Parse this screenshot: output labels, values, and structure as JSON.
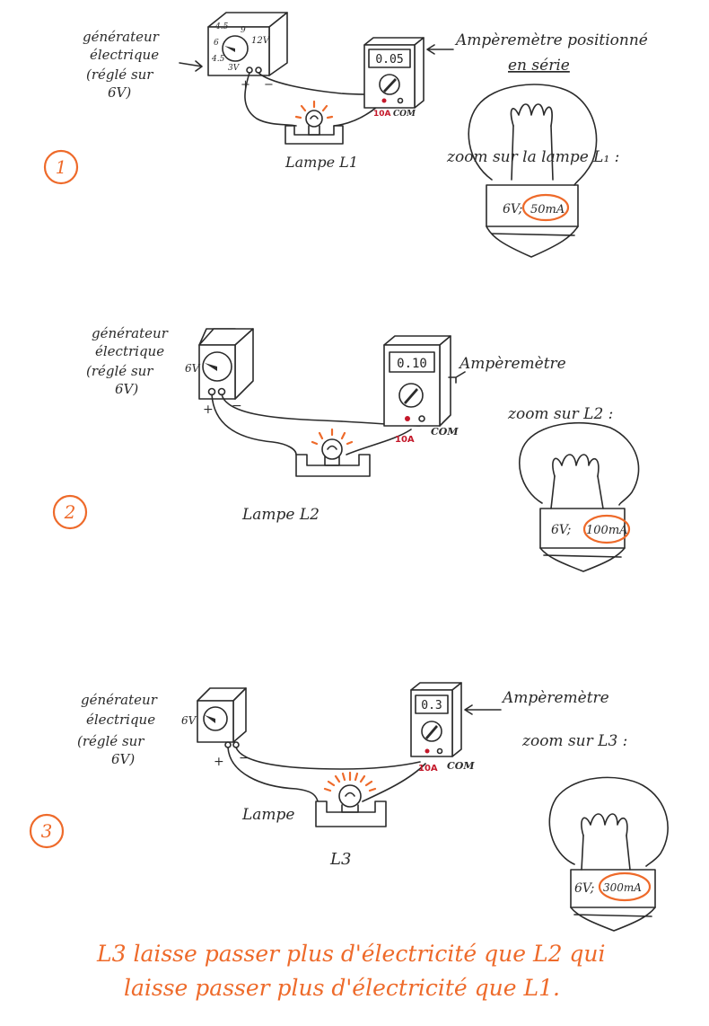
{
  "colors": {
    "ink": "#2b2b2b",
    "accent_orange": "#ee6a2a",
    "terminal_red": "#c4182a",
    "paper": "#ffffff"
  },
  "icons": [
    "generator-icon",
    "ammeter-icon",
    "lamp-icon",
    "lamp-zoom-icon"
  ],
  "circuits": [
    {
      "number": "1",
      "generator_label_lines": [
        "générateur",
        "électrique",
        "(réglé sur",
        "6V)"
      ],
      "dial_labels": [
        "4.5",
        "6",
        "9",
        "12V",
        "3V",
        "4.5"
      ],
      "polarity": [
        "+",
        "−"
      ],
      "ammeter_reading": "0.05",
      "ammeter_label_lines": [
        "Ampèremètre positionné",
        "en série"
      ],
      "terminals": [
        "10A",
        "COM"
      ],
      "lamp_label": "Lampe L1",
      "zoom_label": "zoom sur la lampe L₁ :",
      "rating_voltage": "6V;",
      "rating_current": "50mA"
    },
    {
      "number": "2",
      "generator_label_lines": [
        "générateur",
        "électrique",
        "(réglé sur",
        "6V)"
      ],
      "dial_labels": [
        "6V"
      ],
      "polarity": [
        "+",
        "−"
      ],
      "ammeter_reading": "0.10",
      "ammeter_label_lines": [
        "Ampèremètre"
      ],
      "terminals": [
        "10A",
        "COM"
      ],
      "lamp_label": "Lampe L2",
      "zoom_label": "zoom sur L2 :",
      "rating_voltage": "6V;",
      "rating_current": "100mA"
    },
    {
      "number": "3",
      "generator_label_lines": [
        "générateur",
        "électrique",
        "(réglé sur",
        "6V)"
      ],
      "dial_labels": [
        "6V"
      ],
      "polarity": [
        "+",
        "−"
      ],
      "ammeter_reading": "0.3",
      "ammeter_label_lines": [
        "Ampèremètre"
      ],
      "terminals": [
        "10A",
        "COM"
      ],
      "lamp_label": "Lampe",
      "lamp_sub_label": "L3",
      "zoom_label": "zoom sur L3 :",
      "rating_voltage": "6V;",
      "rating_current": "300mA"
    }
  ],
  "conclusion_lines": [
    "L3 laisse passer plus d'électricité que L2 qui",
    "laisse passer plus d'électricité que L1."
  ]
}
